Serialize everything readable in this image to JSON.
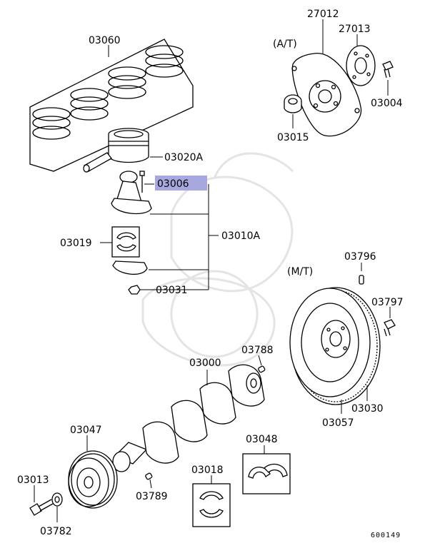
{
  "labels": {
    "p03060": "03060",
    "p03020A": "03020A",
    "p03006": "03006",
    "p03010A": "03010A",
    "p03019": "03019",
    "p03031": "03031",
    "p27012": "27012",
    "p27013": "27013",
    "p03004": "03004",
    "p03015": "03015",
    "at": "(A/T)",
    "mt": "(M/T)",
    "p03796": "03796",
    "p03797": "03797",
    "p03788": "03788",
    "p03000": "03000",
    "p03030": "03030",
    "p03057": "03057",
    "p03047": "03047",
    "p03048": "03048",
    "p03018": "03018",
    "p03013": "03013",
    "p03789": "03789",
    "p03782": "03782",
    "footer_code": "600149"
  },
  "highlight_color": "#a8a8e0",
  "icons": {
    "piston_rings": "piston-rings-icon",
    "piston": "piston-icon",
    "connecting_rod": "connecting-rod-icon",
    "flywheel": "flywheel-icon",
    "crankshaft": "crankshaft-icon",
    "pulley": "crank-pulley-icon"
  }
}
